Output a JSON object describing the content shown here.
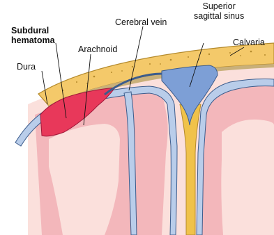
{
  "labels": {
    "subdural_hematoma": "Subdural\nhematoma",
    "dura": "Dura",
    "arachnoid": "Arachnoid",
    "cerebral_vein": "Cerebral vein",
    "superior_sagittal_sinus": "Superior\nsagittal sinus",
    "calvaria": "Calvaria"
  },
  "colors": {
    "calvaria": "#f4c96a",
    "calvaria_outline": "#b48a2c",
    "dura": "#c9b07a",
    "hematoma": "#e8385a",
    "sinus": "#7d9fd6",
    "arachnoid_space": "#b9cdea",
    "cortex": "#f3b7bb",
    "white_matter": "#fbe0dc",
    "falx": "#f0c24a",
    "vessel_lines": "#3c5c8c"
  }
}
